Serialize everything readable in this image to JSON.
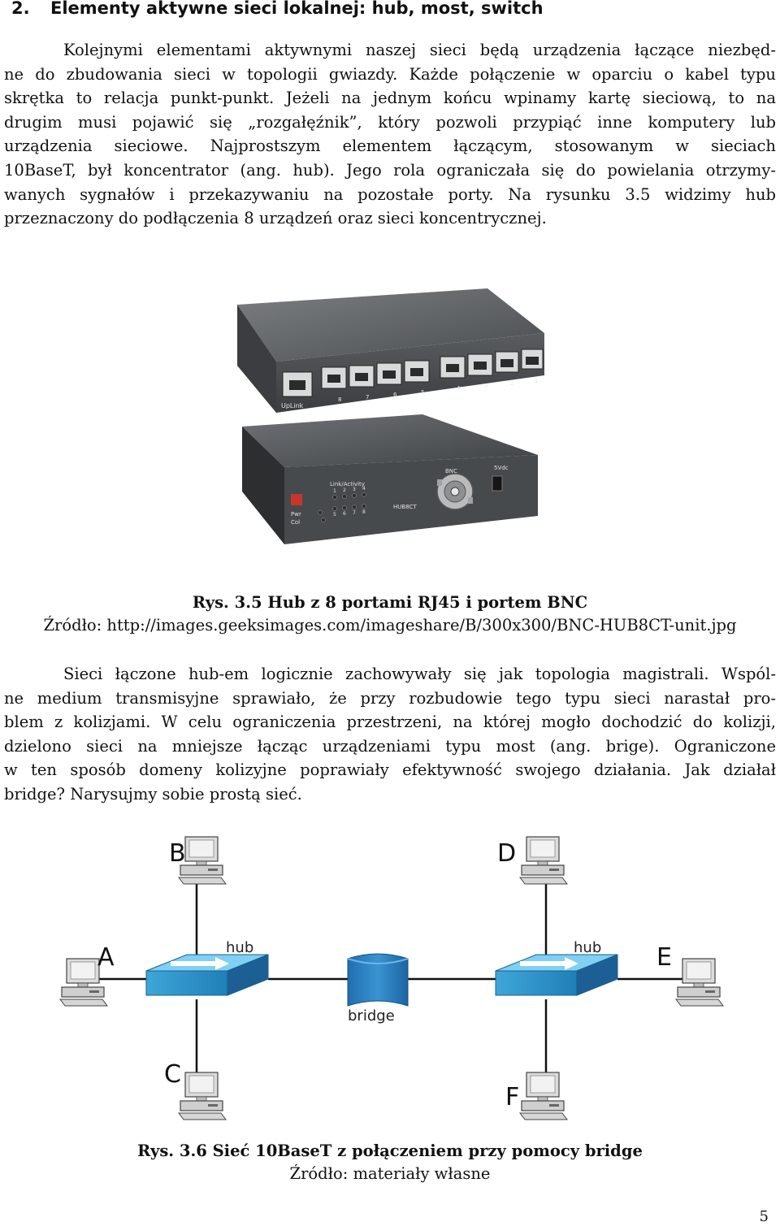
{
  "heading": {
    "number": "2.",
    "title": "Elementy aktywne sieci lokalnej: hub, most, switch"
  },
  "paragraph1": [
    "Kolejnymi elementami aktywnymi naszej sieci będą urządzenia łączące niezbęd-",
    "ne do zbudowania sieci w topologii gwiazdy. Każde połączenie w oparciu o kabel typu",
    "skrętka to relacja punkt-punkt. Jeżeli na jednym końcu wpinamy kartę sieciową, to na",
    "drugim musi pojawić się „rozgałęźnik”, który pozwoli przypiąć inne komputery lub",
    "urządzenia sieciowe. Najprostszym elementem łączącym, stosowanym w sieciach",
    "10BaseT, był koncentrator (ang. hub). Jego rola ograniczała się do powielania otrzymy-",
    "wanych sygnałów i przekazywaniu na pozostałe porty. Na rysunku 3.5 widzimy hub",
    "przeznaczony do podłączenia 8 urządzeń oraz sieci koncentrycznej."
  ],
  "figure1": {
    "device1_labels": {
      "uplink": "UpLink",
      "ports": [
        "8",
        "7",
        "6",
        "5",
        "4",
        "3",
        "2",
        "1"
      ]
    },
    "device2_labels": {
      "link_activity": "Link/Activity",
      "pwr": "Pwr",
      "col": "Col",
      "model": "HUB8CT",
      "bnc": "BNC",
      "power": "5Vdc",
      "led_top": [
        "1",
        "2",
        "3",
        "4"
      ],
      "led_bottom": [
        "5",
        "6",
        "7",
        "8"
      ]
    },
    "caption": "Rys. 3.5 Hub z 8 portami RJ45 i portem BNC",
    "source": "Źródło: http://images.geeksimages.com/imageshare/B/300x300/BNC-HUB8CT-unit.jpg"
  },
  "paragraph2": [
    "Sieci łączone hub-em logicznie zachowywały się jak topologia magistrali. Wspól-",
    "ne medium transmisyjne sprawiało, że przy rozbudowie tego typu sieci narastał pro-",
    "blem z kolizjami. W celu ograniczenia przestrzeni, na której mogło dochodzić do kolizji,",
    "dzielono sieci na mniejsze łącząc urządzeniami typu most (ang. brige). Ograniczone",
    "w ten sposób domeny kolizyjne poprawiały efektywność swojego działania. Jak działał",
    "bridge? Narysujmy sobie prostą sieć."
  ],
  "figure2": {
    "nodes": [
      "A",
      "B",
      "C",
      "D",
      "E",
      "F"
    ],
    "hub_label": "hub",
    "bridge_label": "bridge",
    "caption": "Rys. 3.6 Sieć 10BaseT z połączeniem przy pomocy bridge",
    "source": "Źródło: materiały własne"
  },
  "page_number": "5"
}
